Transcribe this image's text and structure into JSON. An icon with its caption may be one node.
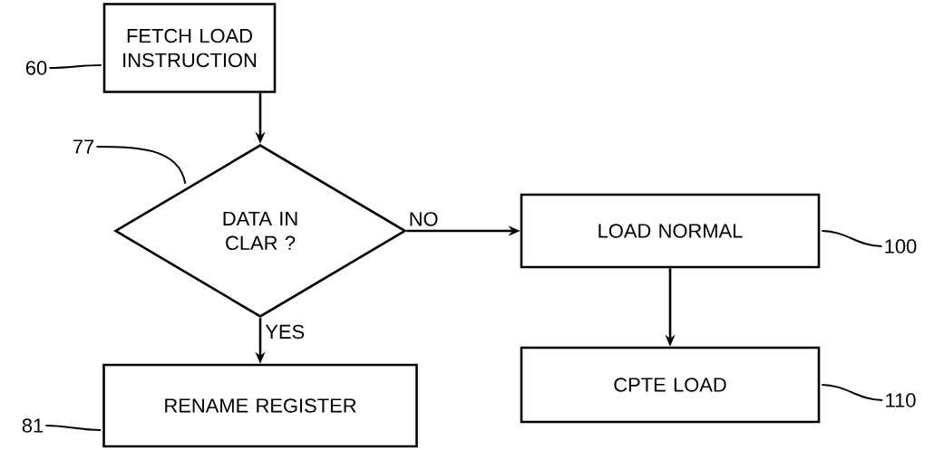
{
  "diagram": {
    "nodes": [
      {
        "text": [
          "FETCH LOAD INSTRUCTION"
        ]
      },
      {
        "text": [
          "DATA IN CLAR ?"
        ]
      },
      {
        "text": [
          "LOAD NORMAL"
        ]
      },
      {
        "text": [
          "CPTE LOAD"
        ]
      },
      {
        "text": [
          "RENAME REGISTER"
        ]
      },
      {
        "text": [
          "60"
        ]
      },
      {
        "text": [
          "77"
        ]
      },
      {
        "text": [
          "100"
        ]
      },
      {
        "text": [
          "110"
        ]
      },
      {
        "text": [
          "81"
        ]
      }
    ],
    "edges": [
      {
        "from": 0,
        "to": 1,
        "arrow": "to"
      },
      {
        "from": 1,
        "to": 2,
        "arrow": "to",
        "label": "NO"
      },
      {
        "from": 1,
        "to": 4,
        "arrow": "to",
        "label": "YES"
      },
      {
        "from": 2,
        "to": 3,
        "arrow": "to"
      },
      {
        "from": 5,
        "to": 0,
        "arrow": "none"
      },
      {
        "from": 6,
        "to": 1,
        "arrow": "none"
      },
      {
        "from": 7,
        "to": 2,
        "arrow": "none"
      },
      {
        "from": 8,
        "to": 3,
        "arrow": "none"
      },
      {
        "from": 9,
        "to": 4,
        "arrow": "none"
      }
    ]
  }
}
